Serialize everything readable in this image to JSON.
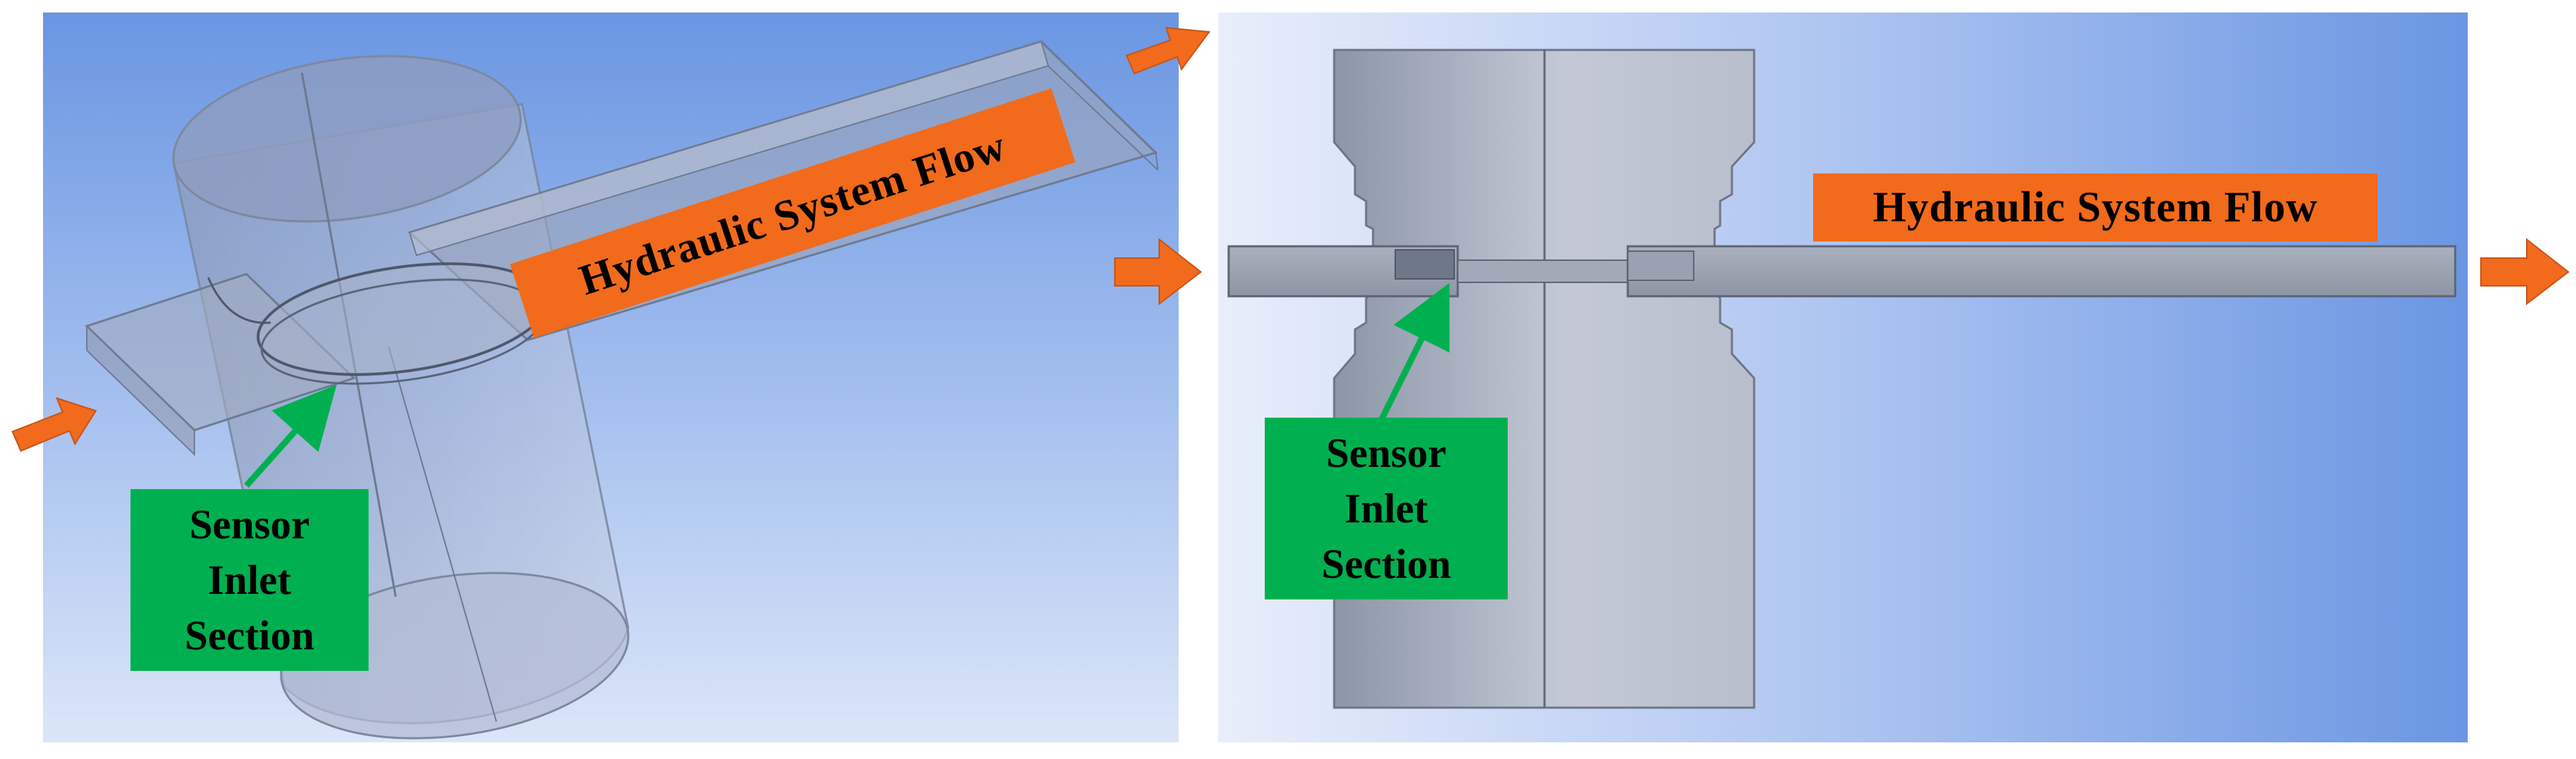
{
  "left_panel": {
    "flow_label": "Hydraulic System Flow",
    "sensor_label": [
      "Sensor",
      "Inlet",
      "Section"
    ]
  },
  "right_panel": {
    "flow_label": "Hydraulic System Flow",
    "sensor_label": [
      "Sensor",
      "Inlet",
      "Section"
    ]
  },
  "colors": {
    "flow_arrow": "#f26a1b",
    "sensor_box": "#00b050",
    "pointer_arrow": "#00b050",
    "background_blue": "#6a96e2"
  }
}
